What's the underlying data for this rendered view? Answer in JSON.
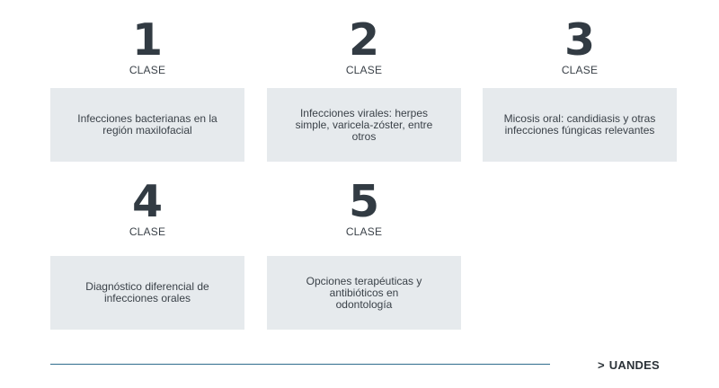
{
  "classes": [
    {
      "number": "1",
      "label": "CLASE",
      "text": "Infecciones bacterianas en la región maxilofacial"
    },
    {
      "number": "2",
      "label": "CLASE",
      "text": "Infecciones virales: herpes simple, varicela-zóster, entre otros"
    },
    {
      "number": "3",
      "label": "CLASE",
      "text": "Micosis oral: candidiasis y otras infecciones fúngicas relevantes"
    },
    {
      "number": "4",
      "label": "CLASE",
      "text": "Diagnóstico diferencial de infecciones orales"
    },
    {
      "number": "5",
      "label": "CLASE",
      "text": "Opciones terapéuticas y antibióticos en odontología"
    }
  ],
  "footer": {
    "brand_chevron": ">",
    "brand_name": "UANDES"
  },
  "colors": {
    "card_bg": "#e6eaed",
    "number": "#323b43",
    "rule": "#2f6d8d"
  }
}
